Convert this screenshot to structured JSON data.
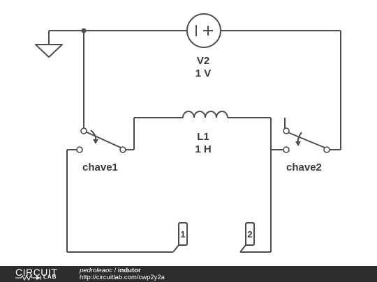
{
  "circuit": {
    "source": {
      "name": "V2",
      "value": "1 V",
      "symbol": "| +"
    },
    "inductor": {
      "name": "L1",
      "value": "1 H"
    },
    "switch_left": {
      "name": "chave1"
    },
    "switch_right": {
      "name": "chave2"
    },
    "flags": [
      {
        "label": "1"
      },
      {
        "label": "2"
      }
    ]
  },
  "footer": {
    "logo_top": "CIRCUIT",
    "logo_bottom": "LAB",
    "author": "pedroleaoc",
    "separator": " / ",
    "title": "indutor",
    "url": "http://circuitlab.com/cwp2y2a"
  },
  "colors": {
    "wire": "#4d4d4d",
    "footer_bg": "#2d2d2d"
  }
}
